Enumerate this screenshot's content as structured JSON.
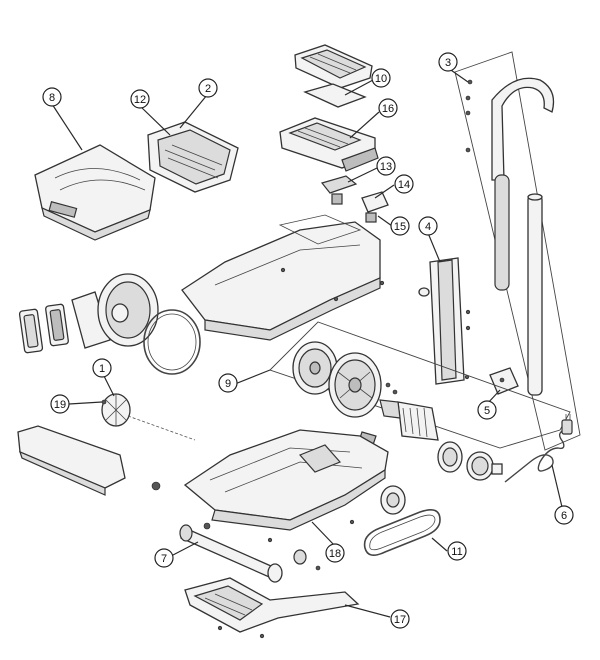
{
  "callouts": {
    "c1": "1",
    "c2": "2",
    "c3": "3",
    "c4": "4",
    "c5": "5",
    "c6": "6",
    "c7": "7",
    "c8": "8",
    "c9": "9",
    "c10": "10",
    "c11": "11",
    "c12": "12",
    "c13": "13",
    "c14": "14",
    "c15": "15",
    "c16": "16",
    "c17": "17",
    "c18": "18",
    "c19a": "19",
    "c19b": "19"
  }
}
